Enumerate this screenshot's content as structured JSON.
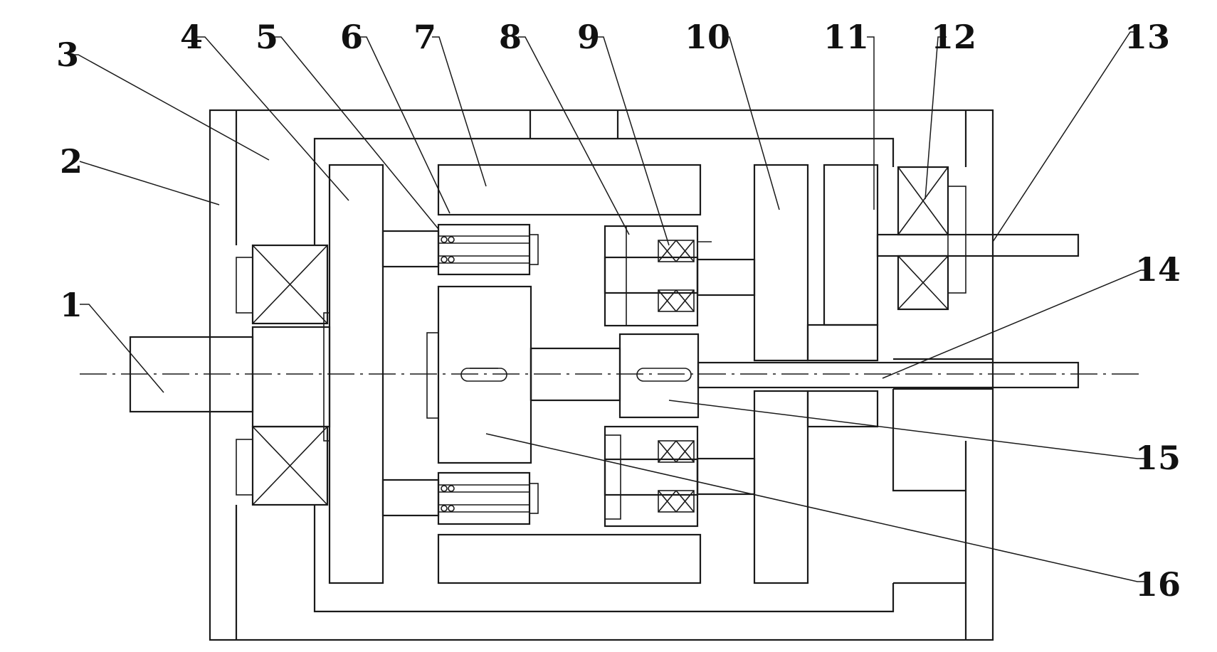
{
  "figure": {
    "labels": [
      "1",
      "2",
      "3",
      "4",
      "5",
      "6",
      "7",
      "8",
      "9",
      "10",
      "11",
      "12",
      "13",
      "14",
      "15",
      "16"
    ]
  },
  "colors": {
    "line": "#1a1a1a",
    "background": "#ffffff"
  }
}
